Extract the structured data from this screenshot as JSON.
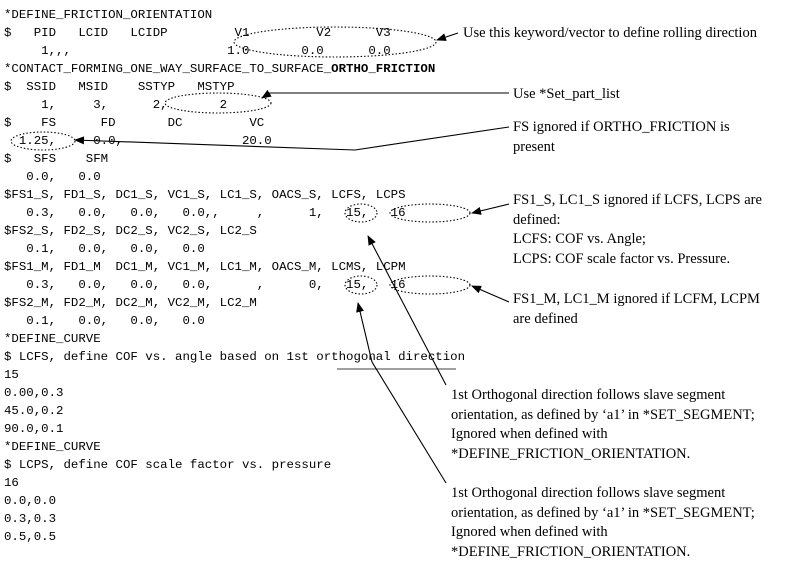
{
  "code_lines": [
    {
      "text": "*DEFINE_FRICTION_ORIENTATION"
    },
    {
      "text": "$   PID   LCID   LCIDP         V1         V2      V3"
    },
    {
      "text": "     1,,,                     1.0       0.0      0.0"
    },
    {
      "text": "*CONTACT_FORMING_ONE_WAY_SURFACE_TO_SURFACE_",
      "bold": "ORTHO_FRICTION"
    },
    {
      "text": "$  SSID   MSID    SSTYP   MSTYP"
    },
    {
      "text": "     1,     3,      2,       2"
    },
    {
      "text": "$    FS      FD       DC         VC"
    },
    {
      "text": "  1.25,     0.0,                20.0"
    },
    {
      "text": "$   SFS    SFM"
    },
    {
      "text": "   0.0,   0.0"
    },
    {
      "text": "$FS1_S, FD1_S, DC1_S, VC1_S, LC1_S, OACS_S, LCFS, LCPS"
    },
    {
      "text": "   0.3,   0.0,   0.0,   0.0,,     ,      1,   15,   16"
    },
    {
      "text": "$FS2_S, FD2_S, DC2_S, VC2_S, LC2_S"
    },
    {
      "text": "   0.1,   0.0,   0.0,   0.0"
    },
    {
      "text": "$FS1_M, FD1_M  DC1_M, VC1_M, LC1_M, OACS_M, LCMS, LCPM"
    },
    {
      "text": "   0.3,   0.0,   0.0,   0.0,      ,      0,   15,   16"
    },
    {
      "text": "$FS2_M, FD2_M, DC2_M, VC2_M, LC2_M"
    },
    {
      "text": "   0.1,   0.0,   0.0,   0.0"
    },
    {
      "text": "*DEFINE_CURVE"
    },
    {
      "text": "$ LCFS, define COF vs. angle based on 1st orthogonal direction"
    },
    {
      "text": "15"
    },
    {
      "text": "0.00,0.3"
    },
    {
      "text": "45.0,0.2"
    },
    {
      "text": "90.0,0.1"
    },
    {
      "text": "*DEFINE_CURVE"
    },
    {
      "text": "$ LCPS, define COF scale factor vs. pressure"
    },
    {
      "text": "16"
    },
    {
      "text": "0.0,0.0"
    },
    {
      "text": "0.3,0.3"
    },
    {
      "text": "0.5,0.5"
    }
  ],
  "annotations": {
    "rolling": [
      "Use this keyword/vector to define rolling direction"
    ],
    "set_part": [
      "Use *Set_part_list"
    ],
    "fs_ignored": [
      "FS ignored if ORTHO_FRICTION is",
      "present"
    ],
    "slave_ignored": [
      "FS1_S, LC1_S ignored if LCFS, LCPS are",
      "defined:",
      "LCFS: COF vs. Angle;",
      "LCPS: COF scale factor vs. Pressure."
    ],
    "master_ignored": [
      "FS1_M, LC1_M ignored if LCFM, LCPM",
      "are defined"
    ],
    "orth_slave": [
      "1st Orthogonal direction follows slave segment",
      "orientation, as defined by ‘a1’ in *SET_SEGMENT;",
      "Ignored when defined with",
      "*DEFINE_FRICTION_ORIENTATION."
    ],
    "orth_master": [
      "1st Orthogonal direction follows slave segment",
      "orientation, as defined by ‘a1’ in *SET_SEGMENT;",
      "Ignored when defined with",
      "*DEFINE_FRICTION_ORIENTATION."
    ]
  }
}
